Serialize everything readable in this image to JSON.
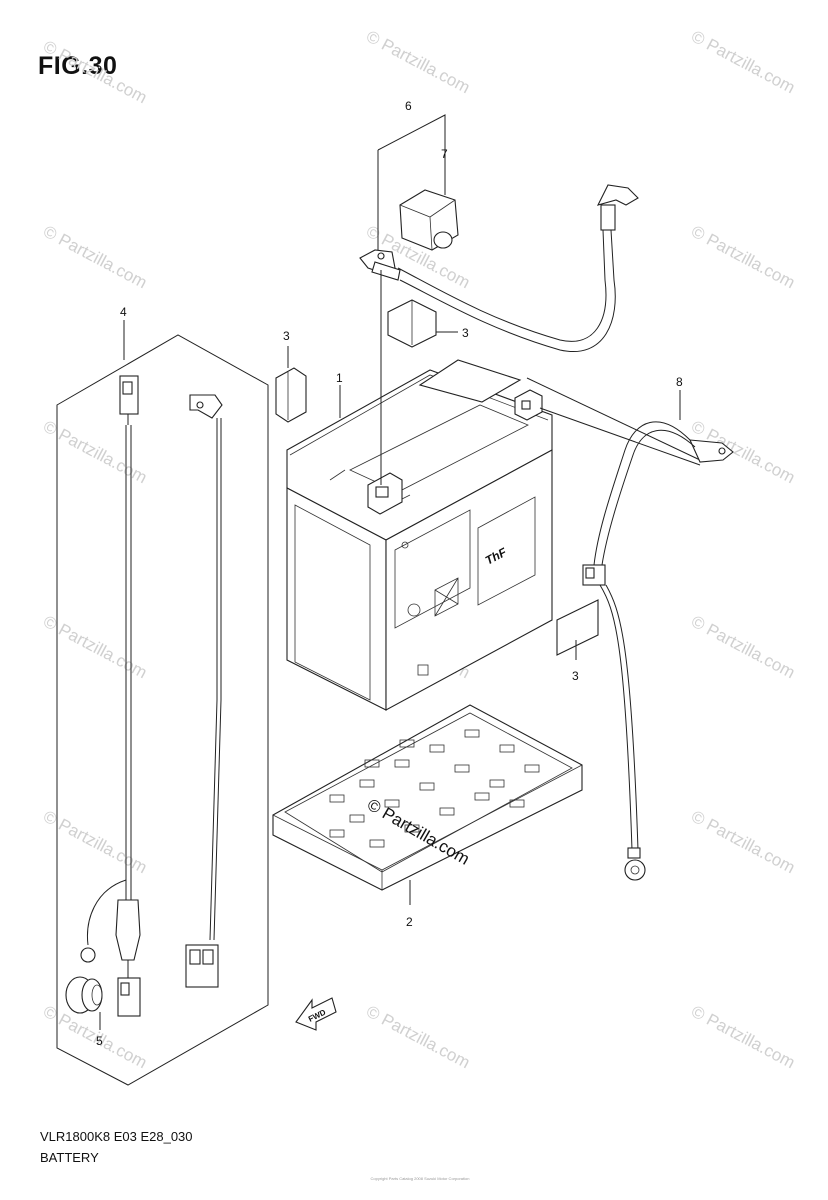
{
  "figure": {
    "title": "FIG.30",
    "model_code": "VLR1800K8 E03 E28_030",
    "section_name": "BATTERY",
    "fwd_label": "FWD"
  },
  "callouts": [
    "1",
    "2",
    "3",
    "3",
    "3",
    "4",
    "5",
    "6",
    "7",
    "8"
  ],
  "watermark": {
    "text": "© Partzilla.com"
  },
  "copyright_line": "Copyright Parts Catalog 2008 Suzuki Motor Corporation"
}
